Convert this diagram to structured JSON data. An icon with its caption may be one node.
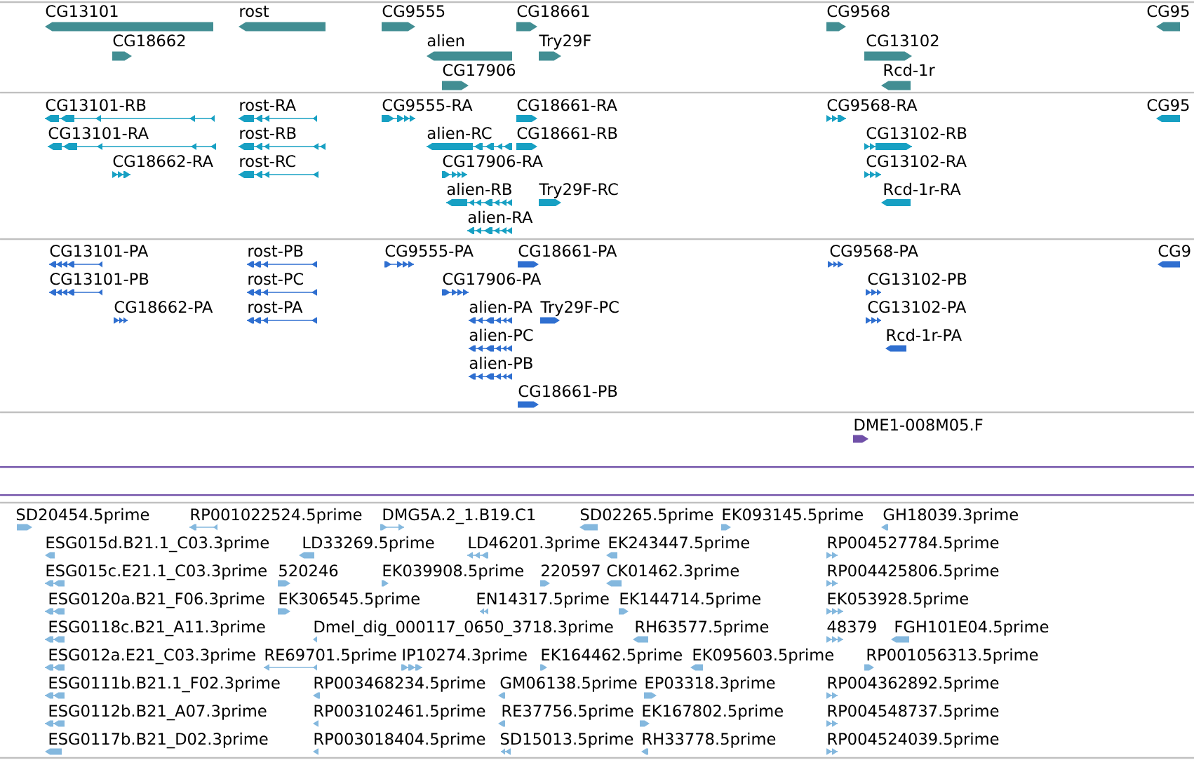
{
  "diagram": {
    "labels": [
      "CG13101",
      "rost",
      "CG9555",
      "CG18661",
      "CG9568",
      "CG95",
      "CG18662",
      "alien",
      "Try29F",
      "CG13102",
      "CG17906",
      "Rcd-1r",
      "CG13101-RB",
      "rost-RA",
      "CG9555-RA",
      "CG18661-RA",
      "CG9568-RA",
      "CG95",
      "CG13101-RA",
      "rost-RB",
      "alien-RC",
      "CG18661-RB",
      "CG13102-RB",
      "CG18662-RA",
      "rost-RC",
      "CG17906-RA",
      "CG13102-RA",
      "alien-RB",
      "Try29F-RC",
      "Rcd-1r-RA",
      "alien-RA",
      "CG13101-PA",
      "rost-PB",
      "CG9555-PA",
      "CG18661-PA",
      "CG9568-PA",
      "CG9",
      "CG13101-PB",
      "rost-PC",
      "CG17906-PA",
      "CG13102-PB",
      "CG18662-PA",
      "rost-PA",
      "alien-PA",
      "Try29F-PC",
      "CG13102-PA",
      "alien-PC",
      "Rcd-1r-PA",
      "alien-PB",
      "CG18661-PB",
      "DME1-008M05.F",
      "SD20454.5prime",
      "RP001022524.5prime",
      "DMG5A.2_1.B19.C1",
      "SD02265.5prime",
      "EK093145.5prime",
      "GH18039.3prime",
      "ESG015d.B21.1_C03.3prime",
      "LD33269.5prime",
      "LD46201.3prime",
      "EK243447.5prime",
      "RP004527784.5prime",
      "ESG015c.E21.1_C03.3prime",
      "520246",
      "EK039908.5prime",
      "220597",
      "CK01462.3prime",
      "RP004425806.5prime",
      "ESG0120a.B21_F06.3prime",
      "EK306545.5prime",
      "EN14317.5prime",
      "EK144714.5prime",
      "EK053928.5prime",
      "ESG0118c.B21_A11.3prime",
      "Dmel_dig_000117_0650_3718.3prime",
      "RH63577.5prime",
      "48379",
      "FGH101E04.5prime",
      "ESG012a.E21_C03.3prime",
      "RE69701.5prime",
      "IP10274.3prime",
      "EK164462.5prime",
      "EK095603.5prime",
      "RP001056313.5prime",
      "ESG0111b.B21.1_F02.3prime",
      "RP003468234.5prime",
      "GM06138.5prime",
      "EP03318.3prime",
      "RP004362892.5prime",
      "ESG0112b.B21_A07.3prime",
      "RP003102461.5prime",
      "RE37756.5prime",
      "EK167802.5prime",
      "RP004548737.5prime",
      "ESG0117b.B21_D02.3prime",
      "RP003018404.5prime",
      "SD15013.5prime",
      "RH33778.5prime",
      "RP004524039.5prime"
    ]
  }
}
